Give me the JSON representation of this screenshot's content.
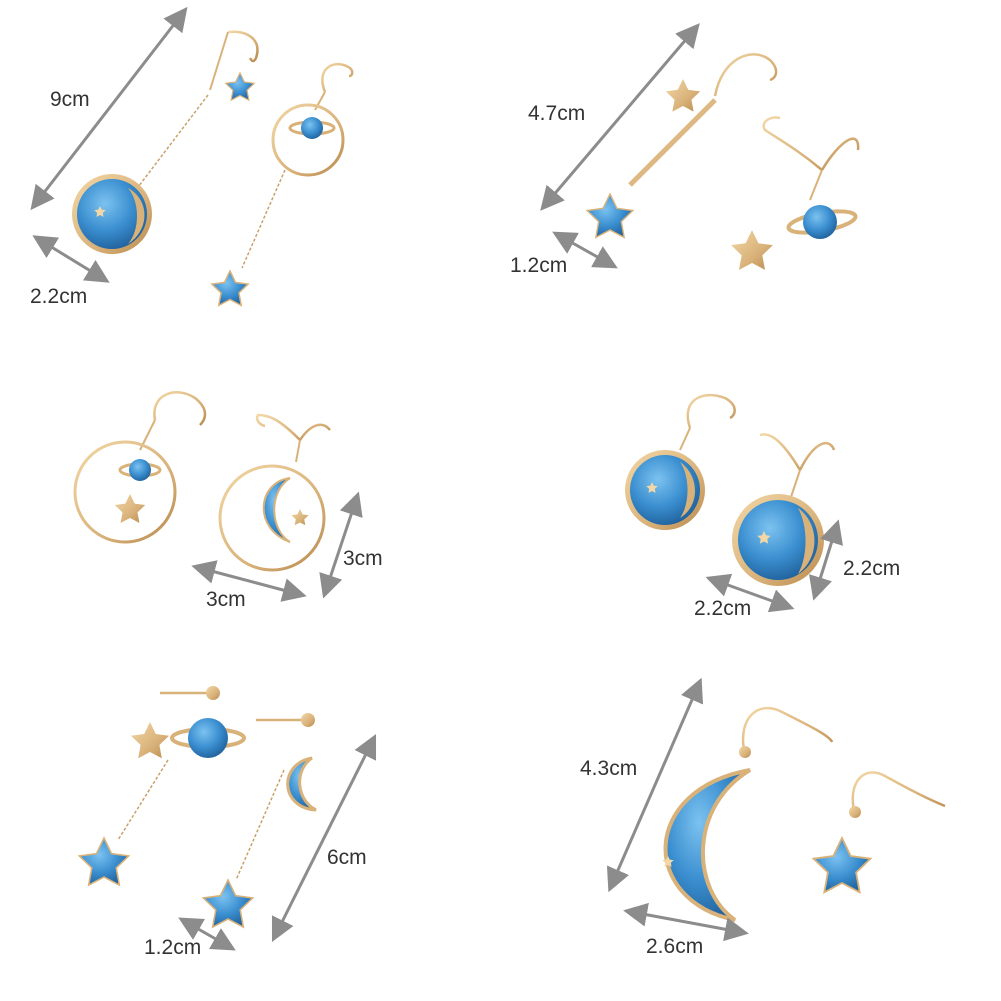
{
  "panels": [
    {
      "label_a": "9cm",
      "label_b": "2.2cm"
    },
    {
      "label_a": "4.7cm",
      "label_b": "1.2cm"
    },
    {
      "label_a": "3cm",
      "label_b": "3cm"
    },
    {
      "label_a": "2.2cm",
      "label_b": "2.2cm"
    },
    {
      "label_a": "6cm",
      "label_b": "1.2cm"
    },
    {
      "label_a": "4.3cm",
      "label_b": "2.6cm"
    }
  ],
  "colors": {
    "enamel": "#3b8fd0",
    "enamel_light": "#6fb6ea",
    "enamel_dark": "#1f5f9a",
    "gold": "#d9b27a",
    "gold_dark": "#b88a4e",
    "arrow": "#8c8c8c",
    "text": "#333333"
  }
}
